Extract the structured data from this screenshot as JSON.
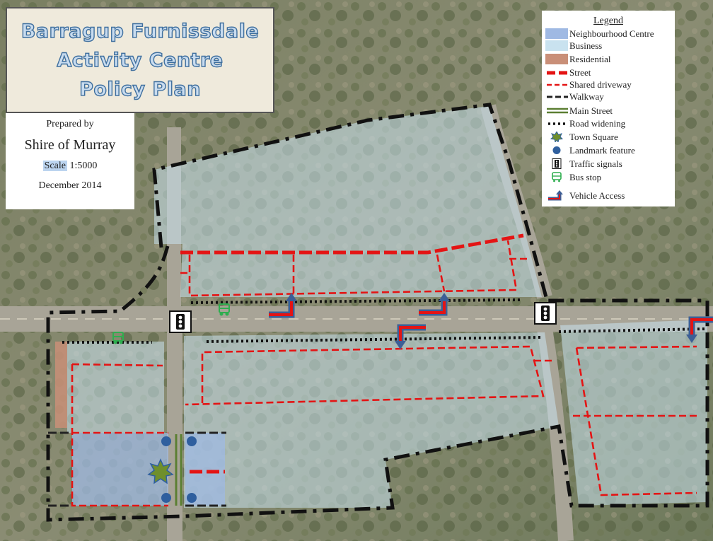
{
  "title": {
    "line1": "Barragup Furnissdale",
    "line2": "Activity Centre",
    "line3": "Policy Plan"
  },
  "info": {
    "prepared_by": "Prepared by",
    "organisation": "Shire of Murray",
    "scale_word": "Scale",
    "scale_value": "1:5000",
    "date": "December 2014"
  },
  "legend": {
    "title": "Legend",
    "items": {
      "neighbourhood_centre": "Neighbourhood Centre",
      "business": "Business",
      "residential": "Residential",
      "street": "Street",
      "shared_driveway": "Shared driveway",
      "walkway": "Walkway",
      "main_street": "Main Street",
      "road_widening": "Road widening",
      "town_square": "Town Square",
      "landmark_feature": "Landmark feature",
      "traffic_signals": "Traffic signals",
      "bus_stop": "Bus stop",
      "vehicle_access": "Vehicle Access"
    }
  },
  "colors": {
    "neighbourhood_centre": "#9fb9e3",
    "business": "#c9e2ef",
    "residential": "#c98f78",
    "street": "#e41414",
    "boundary": "#111111",
    "main_street": "#5b7f32",
    "town_square": "#6f8f2c",
    "landmark": "#2f5f9e",
    "bus_stop": "#2fae4f",
    "vehicle_access_blue": "#3d5f96",
    "title_text": "#3f6f9e"
  }
}
